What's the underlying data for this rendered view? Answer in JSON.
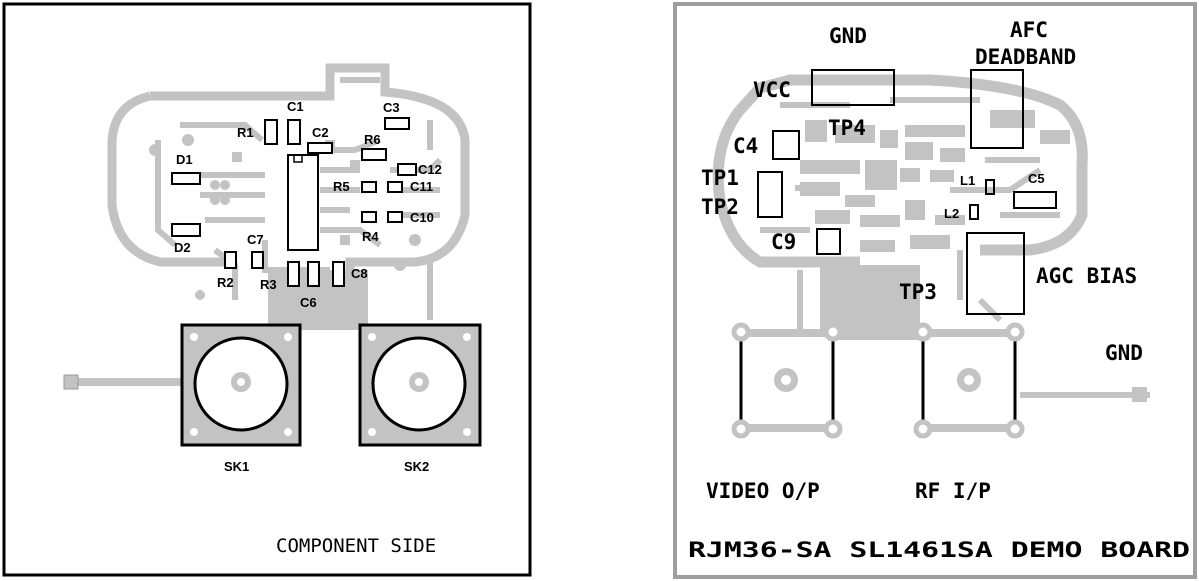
{
  "component_side": {
    "caption": "COMPONENT SIDE",
    "refdes": {
      "r1": "R1",
      "c1": "C1",
      "c2": "C2",
      "c3": "C3",
      "r6": "R6",
      "c12": "C12",
      "d1": "D1",
      "r5": "R5",
      "c11": "C11",
      "r4": "R4",
      "c10": "C10",
      "d2": "D2",
      "c7": "C7",
      "r2": "R2",
      "r3": "R3",
      "c6": "C6",
      "c8": "C8",
      "sk1": "SK1",
      "sk2": "SK2"
    }
  },
  "solder_side": {
    "title": "RJM36-SA  SL1461SA DEMO BOARD",
    "labels": {
      "gnd_top": "GND",
      "afc": "AFC",
      "deadband": "DEADBAND",
      "vcc": "VCC",
      "tp4": "TP4",
      "c4": "C4",
      "tp1": "TP1",
      "tp2": "TP2",
      "l1": "L1",
      "c5": "C5",
      "l2": "L2",
      "c9": "C9",
      "agc_bias": "AGC BIAS",
      "tp3": "TP3",
      "gnd_right": "GND",
      "video_op": "VIDEO O/P",
      "rf_ip": "RF I/P"
    }
  },
  "colors": {
    "copper": "#c3c3c3",
    "ink": "#000000",
    "frame": "#9e9e9e"
  }
}
